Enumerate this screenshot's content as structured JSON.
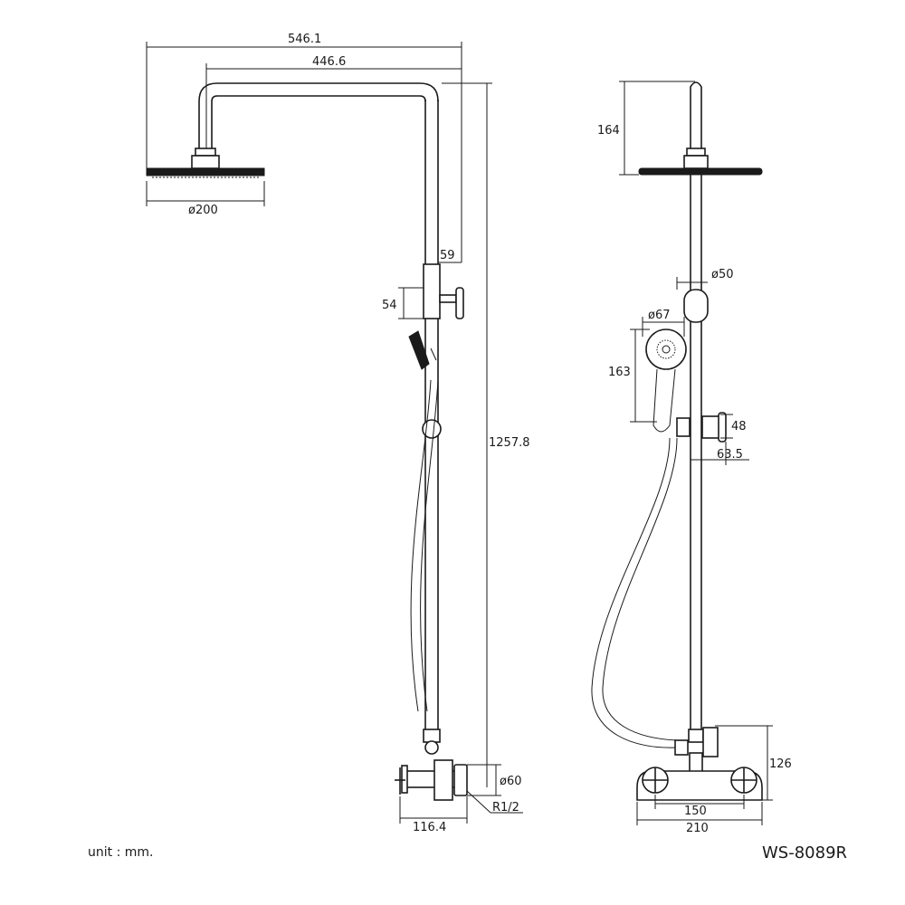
{
  "dimensions": {
    "overall_width": "546.1",
    "arm_reach": "446.6",
    "head_diameter": "ø200",
    "holder_offset": "59",
    "holder_height": "54",
    "total_height": "1257.8",
    "pipe_diameter": "ø60",
    "inlet_thread": "R1/2",
    "mixer_depth": "116.4",
    "head_drop": "164",
    "slider_diameter": "ø50",
    "handshower_diameter": "ø67",
    "handshower_length": "163",
    "bracket_height": "48",
    "bracket_depth": "63.5",
    "diverter_height": "126",
    "mixer_centers": "150",
    "mixer_width": "210"
  },
  "footer": {
    "unit": "unit : mm.",
    "model": "WS-8089R"
  }
}
